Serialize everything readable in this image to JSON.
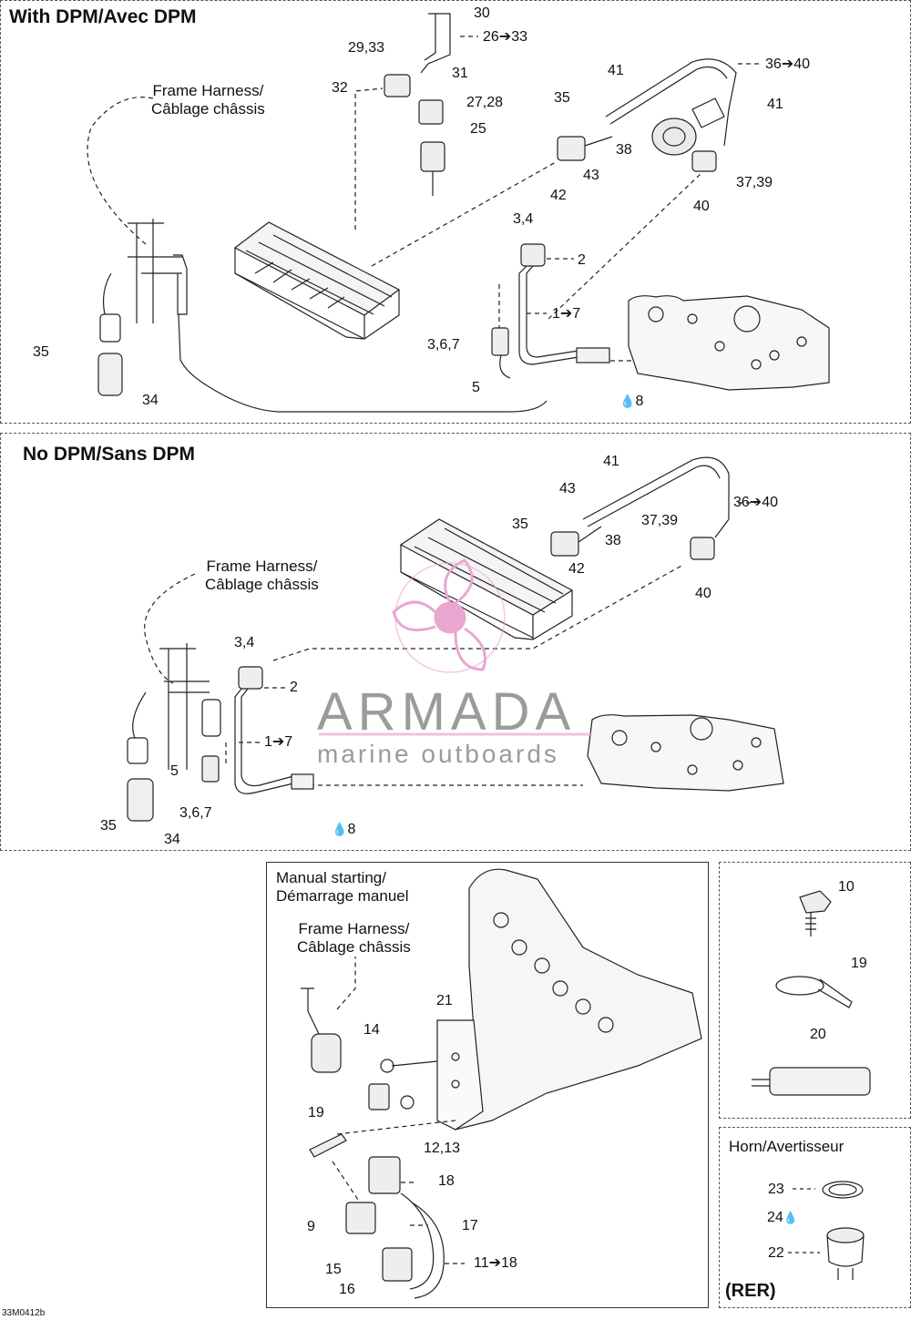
{
  "sections": {
    "dpm": {
      "title": "With DPM/Avec DPM",
      "harness_label": "Frame Harness/\nCâblage châssis",
      "callouts": [
        "30",
        "26➔33",
        "29,33",
        "32",
        "31",
        "27,28",
        "25",
        "41",
        "36➔40",
        "41",
        "35",
        "38",
        "37,39",
        "43",
        "42",
        "40",
        "3,4",
        "2",
        "1➔7",
        "3,6,7",
        "5",
        "8",
        "35",
        "34"
      ]
    },
    "nodpm": {
      "title": "No DPM/Sans DPM",
      "harness_label": "Frame Harness/\nCâblage châssis",
      "callouts": [
        "41",
        "43",
        "35",
        "38",
        "37,39",
        "36➔40",
        "42",
        "40",
        "3,4",
        "2",
        "1➔7",
        "5",
        "3,6,7",
        "8",
        "35",
        "34"
      ]
    },
    "manual": {
      "title": "Manual starting/\nDémarrage manuel",
      "harness_label": "Frame Harness/\nCâblage châssis",
      "callouts": [
        "21",
        "14",
        "19",
        "12,13",
        "18",
        "17",
        "9",
        "15",
        "16",
        "11➔18"
      ]
    },
    "hardware": {
      "callouts": [
        "10",
        "19",
        "20"
      ]
    },
    "horn": {
      "title": "Horn/Avertisseur",
      "callouts": [
        "23",
        "24",
        "22"
      ],
      "rer": "(RER)"
    }
  },
  "watermark": {
    "brand": "ARMADA",
    "tagline": "marine outboards",
    "accent_color": "#e9a7cf"
  },
  "figure_code": "33M0412b",
  "oil_icon": "oil-drop-icon"
}
